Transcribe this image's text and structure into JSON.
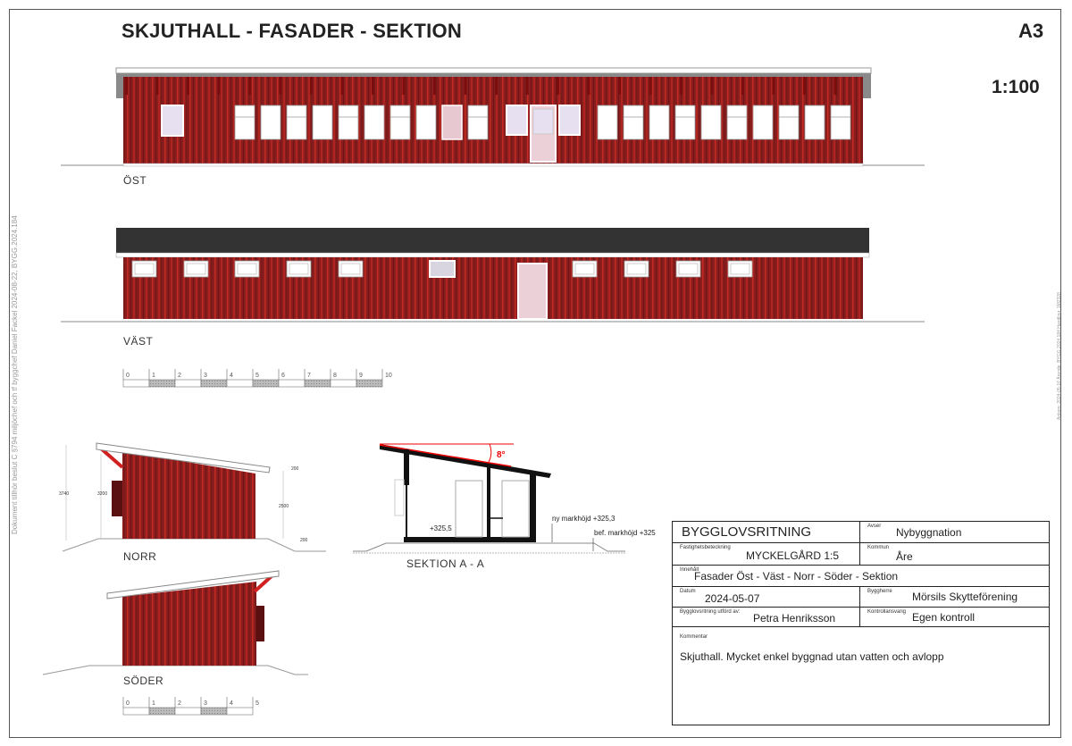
{
  "sheet": {
    "title": "SKJUTHALL - FASADER - SEKTION",
    "paper_size": "A3",
    "scale": "1:100",
    "side_stamp_left": "Dokument tillhör beslut C §794 miljöchef och tf byggchef Daniel Fackel  2024-08-22, BYGG.2024.184",
    "side_stamp_right": "Ankom: 2024-05-16 Ärende: BYGG.2024.184 Handling: 1M2328"
  },
  "views": {
    "ost": "ÖST",
    "vast": "VÄST",
    "norr": "NORR",
    "soder": "SÖDER",
    "sektion": "SEKTION  A - A"
  },
  "scale_bar_large": [
    "0",
    "1",
    "2",
    "3",
    "4",
    "5",
    "6",
    "7",
    "8",
    "9",
    "10"
  ],
  "scale_bar_small": [
    "0",
    "1",
    "2",
    "3",
    "4",
    "5"
  ],
  "norr_dimensions": {
    "total": "3740",
    "high_wall": "3200",
    "low_wall": "2500",
    "eave": "200",
    "plinth": "200"
  },
  "section": {
    "roof_angle": "8°",
    "floor_level": "+325,5",
    "new_ground": "ny markhöjd +325,3",
    "existing_ground": "bef. markhöjd +325"
  },
  "title_block": {
    "heading": "BYGGLOVSRITNING",
    "avser_label": "Avser",
    "avser": "Nybyggnation",
    "fastighet_label": "Fastighetsbeteckning",
    "fastighet": "MYCKELGÅRD 1:5",
    "kommun_label": "Kommun",
    "kommun": "Åre",
    "innehall_label": "Innehåll",
    "innehall": "Fasader Öst - Väst - Norr - Söder - Sektion",
    "datum_label": "Datum",
    "datum": "2024-05-07",
    "byggherre_label": "Byggherre",
    "byggherre": "Mörsils Skytteförening",
    "utford_label": "Bygglovsritning utförd av:",
    "utford": "Petra Henriksson",
    "kontroll_label": "Kontrollansvarig",
    "kontroll": "Egen kontroll",
    "kommentar_label": "Kommentar",
    "kommentar": "Skjuthall. Mycket enkel byggnad utan vatten och avlopp"
  },
  "colors": {
    "cladding": "#8e1c1c",
    "stripe": "#c42a22",
    "roof_dark": "#333333",
    "roof_gray": "#8a8a8a",
    "accent_red": "#e00000"
  }
}
